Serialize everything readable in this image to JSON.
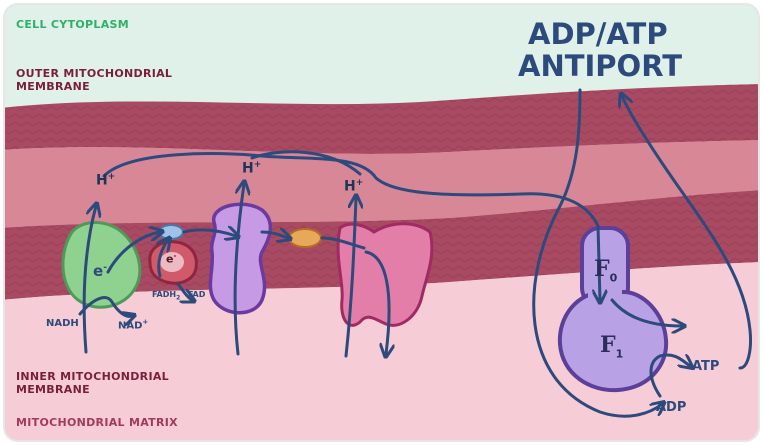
{
  "regions": {
    "cytoplasm_label": "CELL CYTOPLASM",
    "outer_membrane_label_line1": "OUTER MITOCHONDRIAL",
    "outer_membrane_label_line2": "MEMBRANE",
    "inner_membrane_label_line1": "INNER MITOCHONDRIAL",
    "inner_membrane_label_line2": "MEMBRANE",
    "matrix_label": "MITOCHONDRIAL MATRIX"
  },
  "title": {
    "line1": "ADP/ATP",
    "line2": "ANTIPORT"
  },
  "molecules": {
    "nadh": "NADH",
    "nad_plus": "NAD",
    "nad_plus_sup": "+",
    "fadh2": "FADH",
    "fadh2_sub": "2",
    "fad": "FAD",
    "electron_1": "e",
    "electron_1_sup": "-",
    "electron_2": "e",
    "electron_2_sup": "-",
    "atp_top": "ATP",
    "adp": "ADP"
  },
  "protons": [
    {
      "symbol": "H",
      "charge": "+"
    },
    {
      "symbol": "H",
      "charge": "+"
    },
    {
      "symbol": "H",
      "charge": "+"
    }
  ],
  "atp_synthase": {
    "f0": "F",
    "f0_sub": "0",
    "f1": "F",
    "f1_sub": "1"
  },
  "colors": {
    "cytoplasm": "#dff1e8",
    "outer_membrane": "#a94a63",
    "intermembrane": "#d88797",
    "inner_membrane": "#a94a63",
    "matrix": "#f2c1cc",
    "complex_1": "#8fd18e",
    "complex_2": "#d05a6a",
    "complex_3": "#c79ae6",
    "cytochrome_c": "#e8a85a",
    "complex_4": "#e27ea8",
    "atp_synthase": "#b9a1e6",
    "arrow": "#2d4a7c"
  }
}
